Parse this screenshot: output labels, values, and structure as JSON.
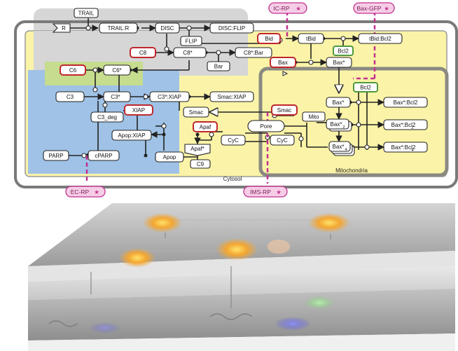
{
  "nodes": {
    "trail": "TRAIL",
    "receptor": "R",
    "trail_r": "TRAIL:R",
    "disc": "DISC",
    "disc_flip": "DISC:FLIP",
    "flip": "FLIP",
    "c8": "C8",
    "c8_star": "C8*",
    "c8_bar": "C8*:Bar",
    "bar": "Bar",
    "bid": "Bid",
    "tbid": "tBid",
    "tbid_bcl2": "tBid:Bcl2",
    "bcl2_top": "Bcl2",
    "bax": "Bax",
    "bax_star_top": "Bax*",
    "c6": "C6",
    "c6_star": "C6*",
    "c3": "C3",
    "c3_star": "C3*",
    "c3_xiap": "C3*:XIAP",
    "smac_xiap": "Smac:XIAP",
    "c3_deg": "C3_deg",
    "xiap": "XIAP",
    "smac_cyto": "Smac",
    "smac_mito": "Smac",
    "apaf": "Apaf",
    "apaf_star": "Apaf*",
    "apop_xiap": "Apop:XIAP",
    "apop": "Apop",
    "c9": "C9",
    "cyc_cyto": "CyC",
    "cyc_mito": "CyC",
    "pore": "Pore",
    "mito": "Mito",
    "parp": "PARP",
    "cparp": "cPARP",
    "bcl2_mito": "Bcl2",
    "bax_star_mito": "Bax*",
    "bax_bcl2": "Bax*:Bcl2",
    "bax2": "Bax*",
    "bax2_bcl2": "Bax*:Bcl2",
    "bax4": "Bax*",
    "bax4_bcl2": "Bax*:Bcl2",
    "sub2": "2",
    "sub4": "4"
  },
  "labels": {
    "cytosol": "Cytosol",
    "mitochondria": "Mitochondria"
  },
  "reporters": {
    "ic_rp": "IC-RP",
    "bax_gfp": "Bax-GFP",
    "ec_rp": "EC-RP",
    "ims_rp": "IMS-RP"
  },
  "colors": {
    "extracellular_gray": "#d6d6d6",
    "cytosol_yellow": "#fbf3a7",
    "blue_region": "#9fc2e6",
    "green_region": "#c6dc8e",
    "mito_border": "#8a8a82",
    "inhibitor_red": "#c0272d",
    "bcl2_green": "#4e9a3c",
    "reporter_magenta": "#c0328f",
    "reporter_fill": "#f6cde6"
  }
}
